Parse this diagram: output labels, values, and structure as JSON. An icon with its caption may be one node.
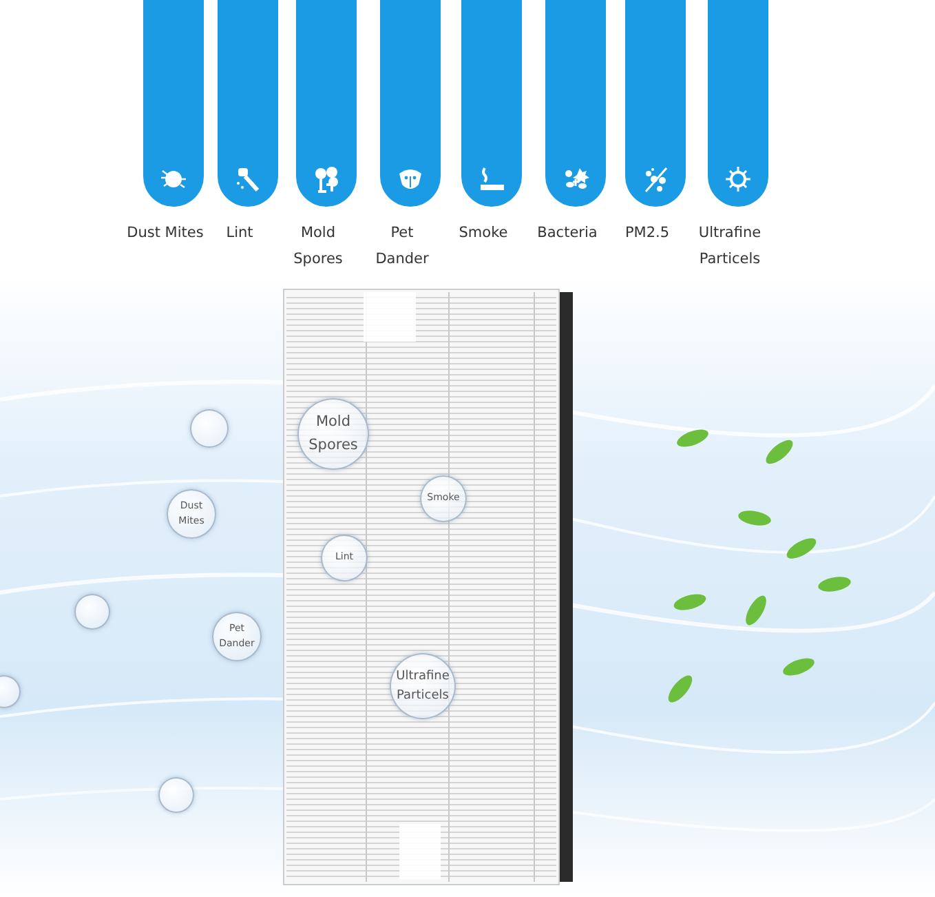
{
  "diagram": {
    "nodes": [
      {
        "text": [
          "Dust Mites"
        ]
      },
      {
        "text": [
          "Lint"
        ]
      },
      {
        "text": [
          "Mold Spores"
        ]
      },
      {
        "text": [
          "Pet Dander"
        ]
      },
      {
        "text": [
          "Smoke"
        ]
      },
      {
        "text": [
          "Bacteria"
        ]
      },
      {
        "text": [
          "PM2.5"
        ]
      },
      {
        "text": [
          "Ultrafine Particels"
        ]
      },
      {
        "text": [],
        "shape": "circle"
      },
      {
        "text": [
          "Mold Spores"
        ]
      },
      {
        "text": [
          "Smoke"
        ]
      },
      {
        "text": [
          "Dust Mites"
        ]
      },
      {
        "text": [
          "Lint"
        ]
      },
      {
        "text": [],
        "shape": "circle"
      },
      {
        "text": [
          "Pet Dander"
        ]
      },
      {
        "text": [],
        "shape": "circle"
      },
      {
        "text": [
          "Ultrafine Particels"
        ]
      },
      {
        "text": [],
        "shape": "circle"
      }
    ]
  }
}
